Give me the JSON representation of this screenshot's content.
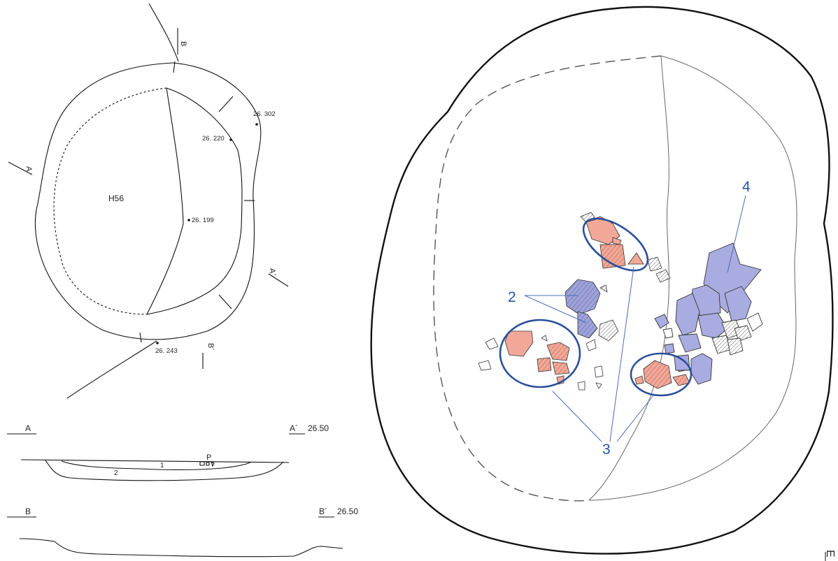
{
  "plan": {
    "feature_id": "H56",
    "elevations": [
      "26. 302",
      "26. 220",
      "26. 199",
      "26. 243"
    ],
    "axis_labels": {
      "a": "A",
      "a_prime": "A´",
      "b": "B",
      "b_prime": "B´"
    }
  },
  "sections": {
    "a_left": "A",
    "a_right": "A´",
    "a_datum": "26.50",
    "b_left": "B",
    "b_right": "B´",
    "b_datum": "26.50",
    "layer1": "1",
    "layer2": "2",
    "p_label": "P"
  },
  "detail": {
    "callout_2": "2",
    "callout_3": "3",
    "callout_4": "4",
    "north_label": "E",
    "colors": {
      "salmon": "#f2a898",
      "lavender": "#a9ace0",
      "ellipse": "#2a4f9a",
      "callout": "#2855a8"
    }
  }
}
